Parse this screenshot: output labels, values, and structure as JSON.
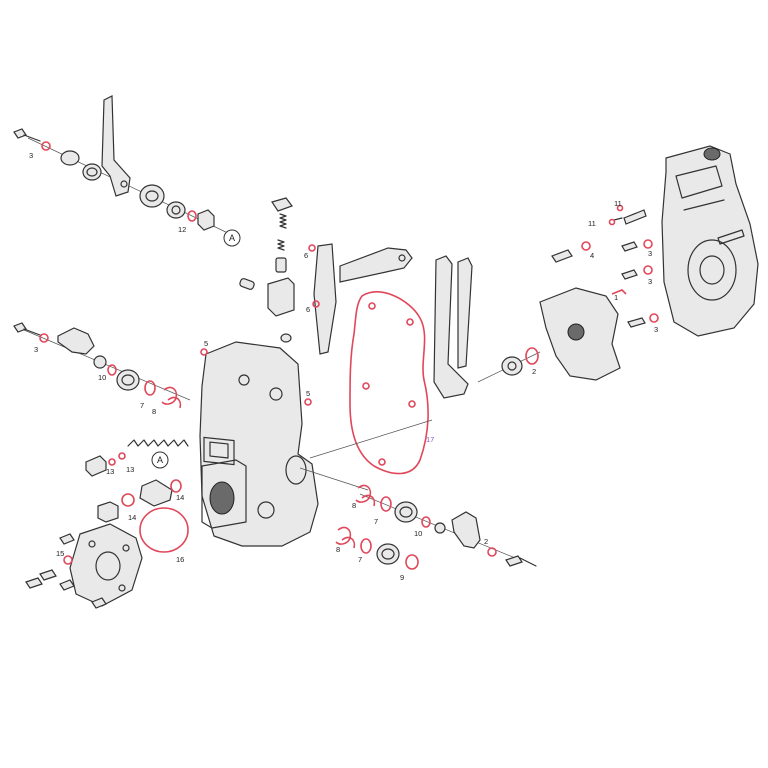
{
  "colors": {
    "line": "#333333",
    "seal": "#e0475a",
    "gasket_label": "#8a5cc9",
    "background": "#ffffff"
  },
  "reference_marker": "A",
  "callouts": {
    "c1": "1",
    "c2a": "2",
    "c2b": "2",
    "c3a": "3",
    "c3b": "3",
    "c3c": "3",
    "c3d": "3",
    "c3e": "3",
    "c4": "4",
    "c5a": "5",
    "c5b": "5",
    "c6a": "6",
    "c6b": "6",
    "c7a": "7",
    "c7b": "7",
    "c7c": "7",
    "c8a": "8",
    "c8b": "8",
    "c8c": "8",
    "c9": "9",
    "c10a": "10",
    "c10b": "10",
    "c11a": "11",
    "c11b": "11",
    "c12": "12",
    "c13a": "13",
    "c13b": "13",
    "c14a": "14",
    "c14b": "14",
    "c15": "15",
    "c16": "16",
    "c17": "17"
  }
}
